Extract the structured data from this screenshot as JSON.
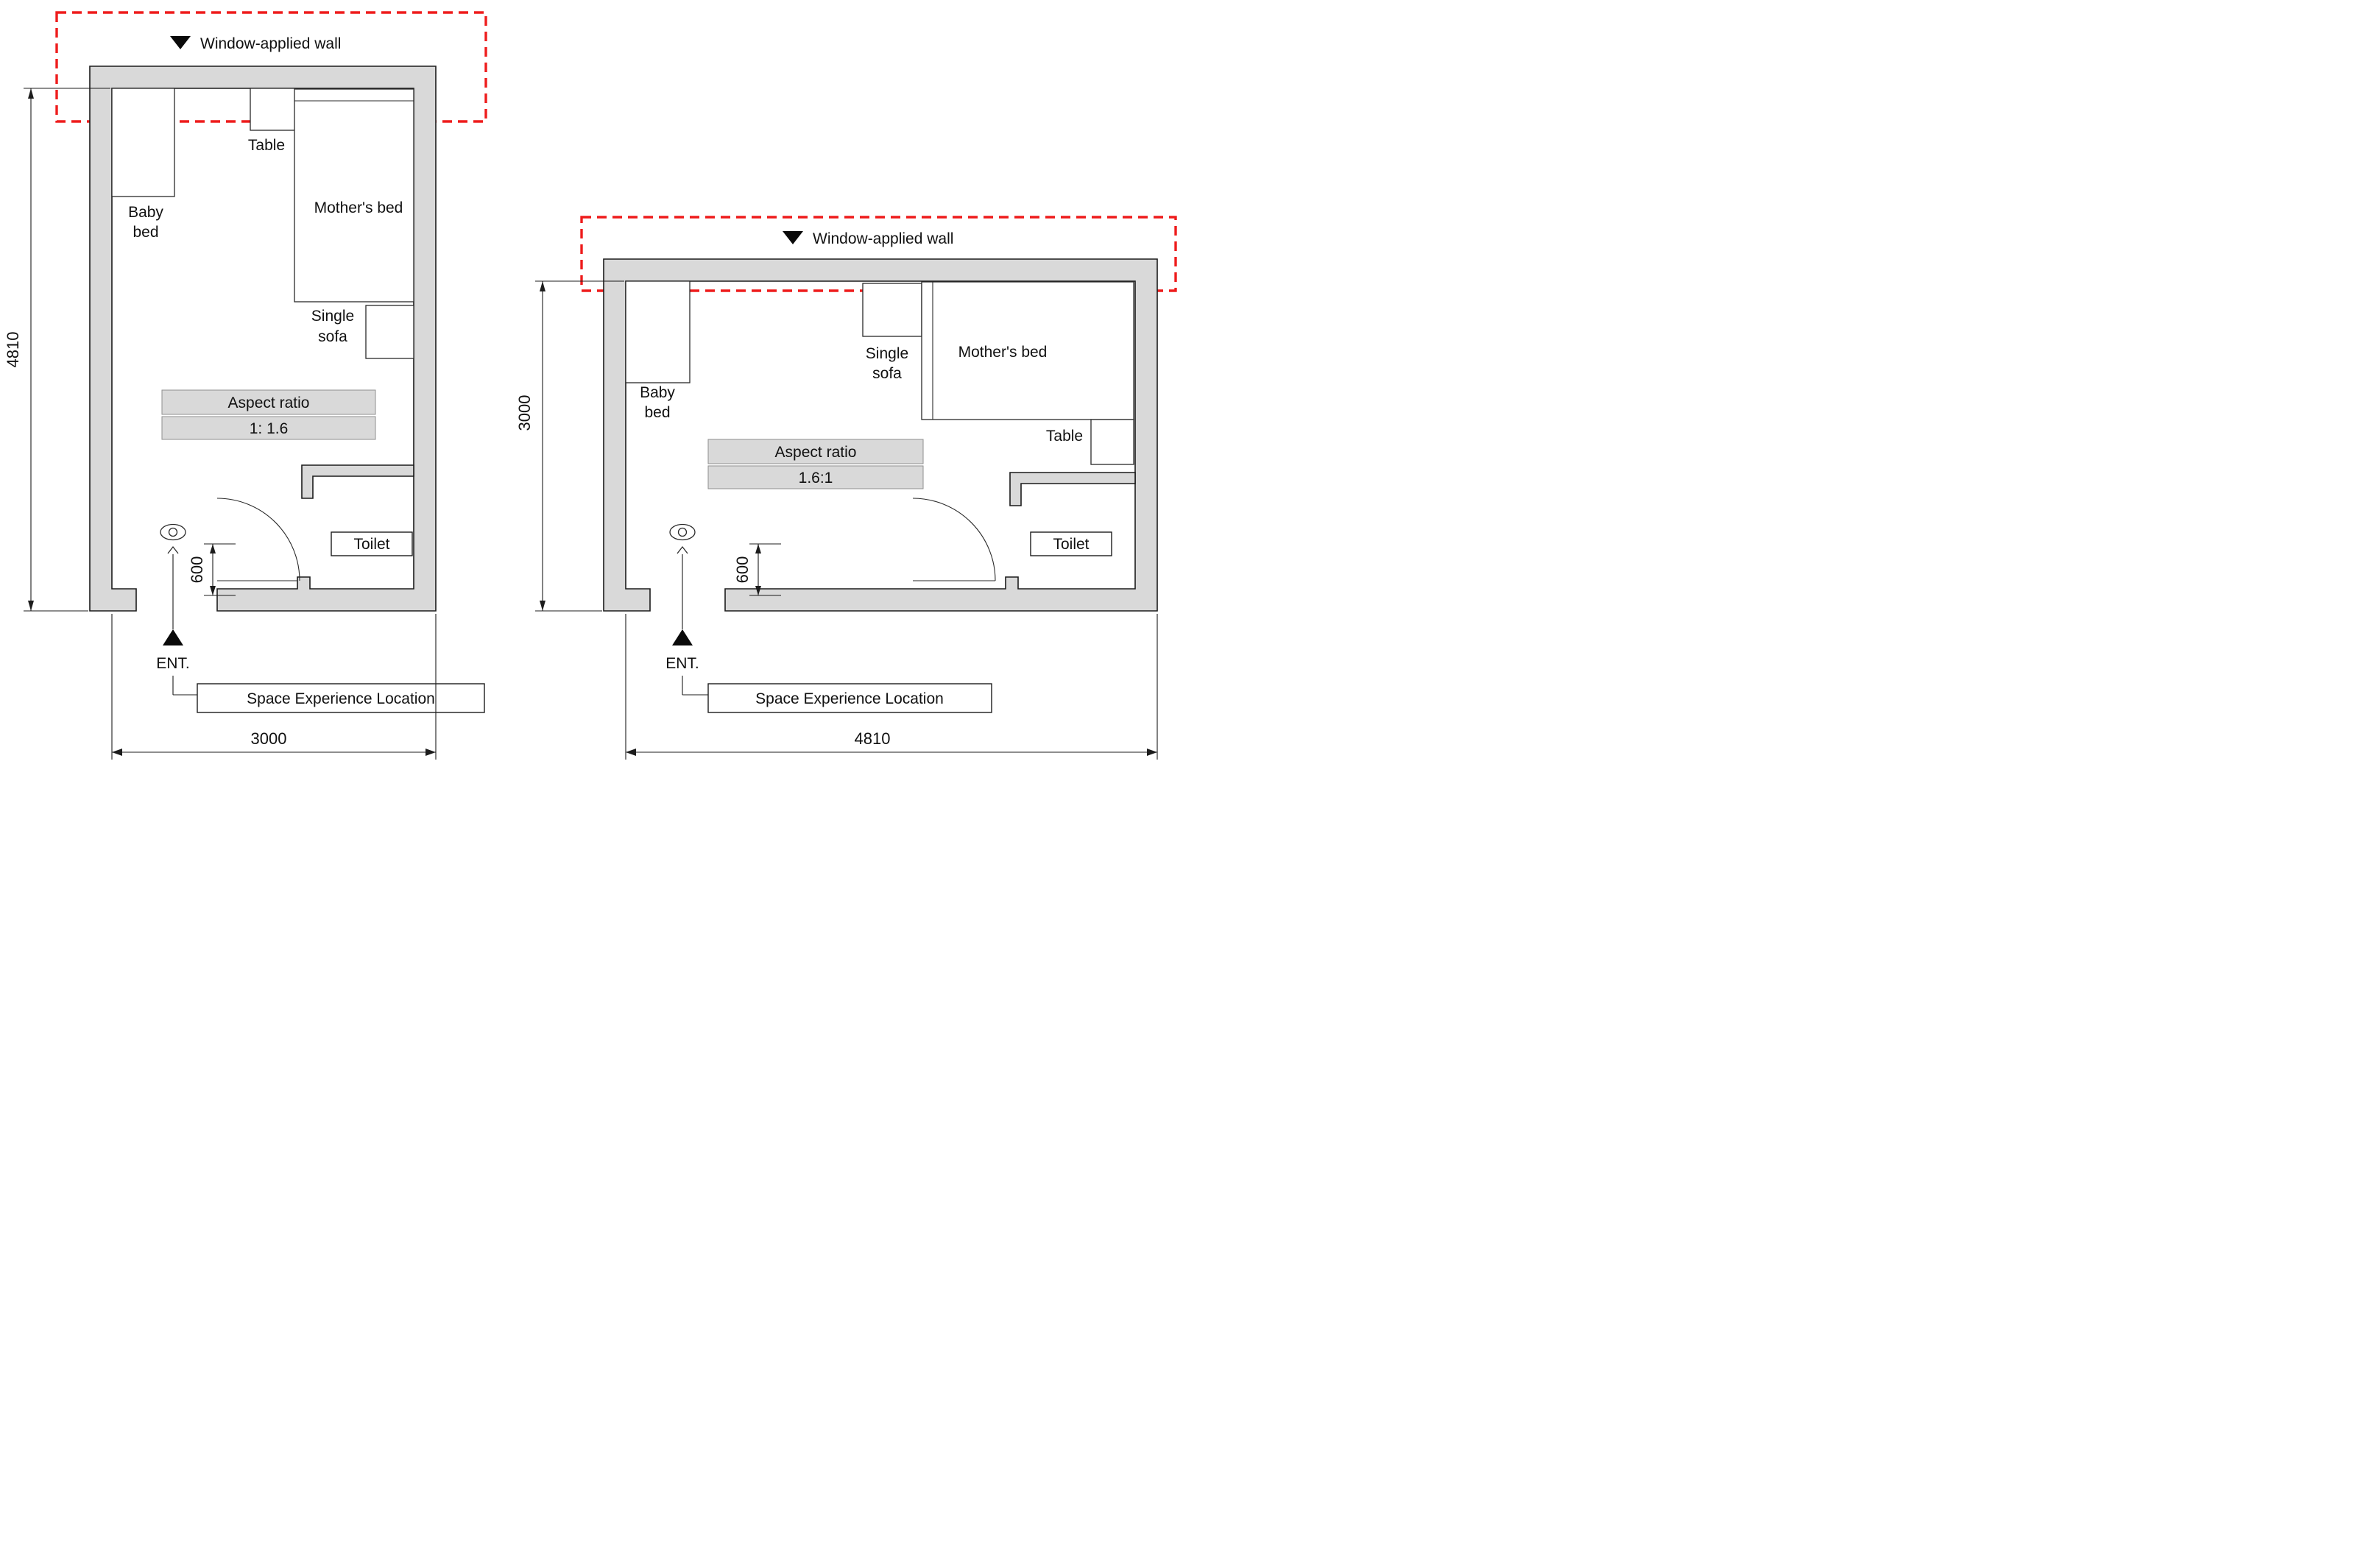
{
  "colors": {
    "window_highlight": "#ee1c1c",
    "wall_fill": "#d9d9d9",
    "label_box_fill": "#d9d9d9",
    "line": "#1c1c1c"
  },
  "left_plan": {
    "window_label": "Window-applied wall",
    "furniture": {
      "baby_bed_line1": "Baby",
      "baby_bed_line2": "bed",
      "table": "Table",
      "mothers_bed": "Mother's bed",
      "single_sofa_line1": "Single",
      "single_sofa_line2": "sofa"
    },
    "aspect": {
      "title": "Aspect ratio",
      "value": "1: 1.6"
    },
    "toilet": "Toilet",
    "entrance": "ENT.",
    "experience_location": "Space Experience Location",
    "dimensions": {
      "height": "4810",
      "width": "3000",
      "door_opening": "600"
    }
  },
  "right_plan": {
    "window_label": "Window-applied wall",
    "furniture": {
      "baby_bed_line1": "Baby",
      "baby_bed_line2": "bed",
      "table": "Table",
      "mothers_bed": "Mother's bed",
      "single_sofa_line1": "Single",
      "single_sofa_line2": "sofa"
    },
    "aspect": {
      "title": "Aspect ratio",
      "value": "1.6:1"
    },
    "toilet": "Toilet",
    "entrance": "ENT.",
    "experience_location": "Space Experience Location",
    "dimensions": {
      "height": "3000",
      "width": "4810",
      "door_opening": "600"
    }
  }
}
